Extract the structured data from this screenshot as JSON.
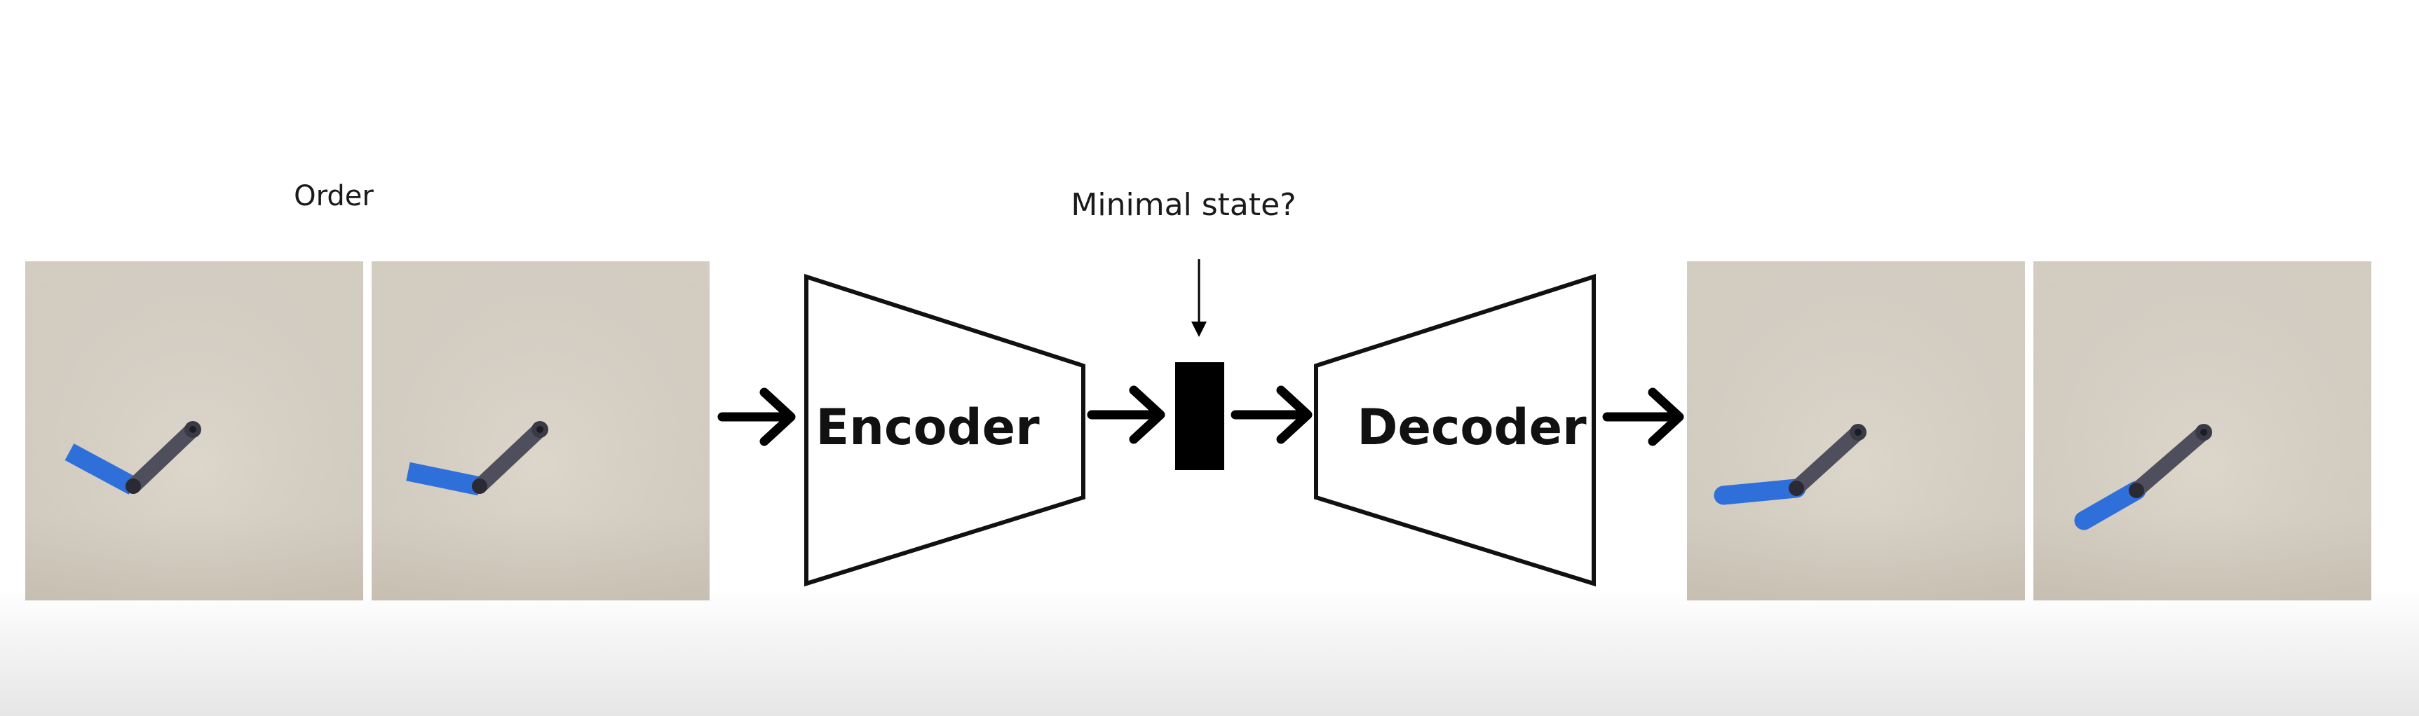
{
  "labels": {
    "order": "Order",
    "minimal_state": "Minimal state?"
  },
  "blocks": {
    "encoder": "Encoder",
    "decoder": "Decoder"
  },
  "colors": {
    "frame_background": "#dad3c8",
    "arm_upper_link": "#4f4f5e",
    "arm_lower_link": "#2e6fd6",
    "outline": "#111111",
    "latent": "#000000"
  },
  "frames": {
    "input": [
      "arm-frame-1",
      "arm-frame-2"
    ],
    "output": [
      "arm-frame-3",
      "arm-frame-4"
    ]
  }
}
